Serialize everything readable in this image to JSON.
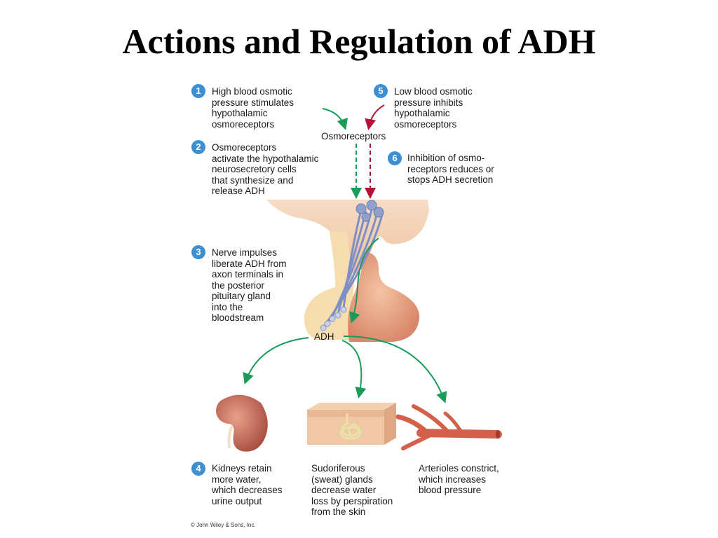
{
  "title": "Actions and Regulation of ADH",
  "labels": {
    "osmoreceptors": "Osmoreceptors",
    "adh": "ADH"
  },
  "steps": [
    {
      "num": "1",
      "text": "High blood osmotic\npressure stimulates\nhypothalamic\nosmoreceptors"
    },
    {
      "num": "2",
      "text": "Osmoreceptors\nactivate the hypothalamic\nneurosecretory cells\nthat synthesize and\nrelease ADH"
    },
    {
      "num": "3",
      "text": "Nerve impulses\nliberate ADH from\naxon terminals in\nthe posterior\npituitary gland\ninto the\nbloodstream"
    },
    {
      "num": "4",
      "text": "Kidneys retain\nmore water,\nwhich decreases\nurine output"
    },
    {
      "num": "5",
      "text": "Low blood osmotic\npressure inhibits\nhypothalamic\nosmoreceptors"
    },
    {
      "num": "6",
      "text": "Inhibition of osmo-\nreceptors reduces or\nstops ADH secretion"
    }
  ],
  "effects": {
    "sweat": "Sudoriferous\n(sweat) glands\ndecrease water\nloss by perspiration\nfrom the skin",
    "arterioles": "Arterioles constrict,\nwhich increases\nblood pressure"
  },
  "copyright": "© John Wiley & Sons, Inc.",
  "colors": {
    "badge": "#3d8fd1",
    "stimulate_arrow": "#1a9b5a",
    "inhibit_arrow": "#b5123a",
    "tissue": "#f2c9a8"
  }
}
